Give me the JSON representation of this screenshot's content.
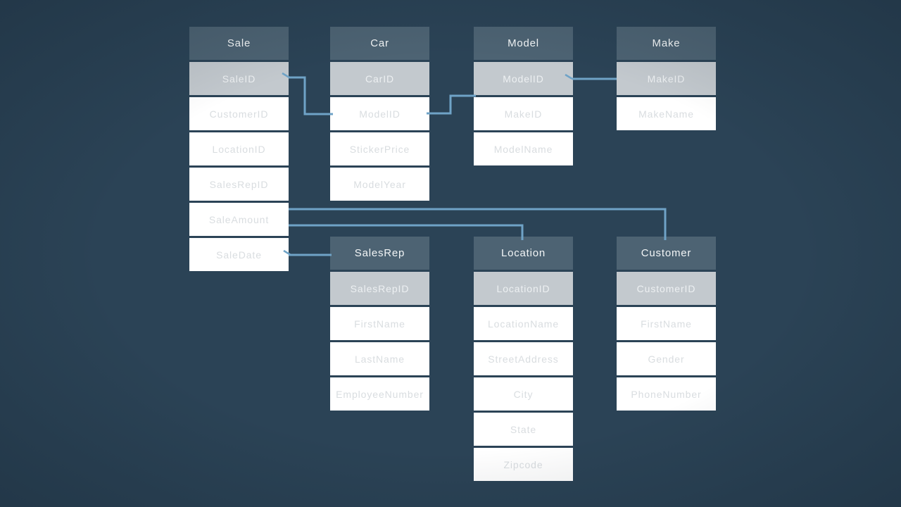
{
  "palette": {
    "background": "#2b4356",
    "table_header_fill": "#4d6373",
    "key_row_fill": "#c3c9ce",
    "row_fill": "#ffffff",
    "header_text": "#f3f6f7",
    "key_row_text": "#edf0f2",
    "row_text": "#d9dde0",
    "relationship_line": "#6fa3c7"
  },
  "diagram": {
    "tables": [
      {
        "id": "sale",
        "title": "Sale",
        "fields": [
          {
            "name": "SaleID",
            "key": true
          },
          {
            "name": "CustomerID",
            "key": false
          },
          {
            "name": "LocationID",
            "key": false
          },
          {
            "name": "SalesRepID",
            "key": false
          },
          {
            "name": "SaleAmount",
            "key": false
          },
          {
            "name": "SaleDate",
            "key": false
          }
        ]
      },
      {
        "id": "car",
        "title": "Car",
        "fields": [
          {
            "name": "CarID",
            "key": true
          },
          {
            "name": "ModelID",
            "key": false
          },
          {
            "name": "StickerPrice",
            "key": false
          },
          {
            "name": "ModelYear",
            "key": false
          }
        ]
      },
      {
        "id": "model",
        "title": "Model",
        "fields": [
          {
            "name": "ModelID",
            "key": true
          },
          {
            "name": "MakeID",
            "key": false
          },
          {
            "name": "ModelName",
            "key": false
          }
        ]
      },
      {
        "id": "make",
        "title": "Make",
        "fields": [
          {
            "name": "MakeID",
            "key": true
          },
          {
            "name": "MakeName",
            "key": false
          }
        ]
      },
      {
        "id": "salesrep",
        "title": "SalesRep",
        "fields": [
          {
            "name": "SalesRepID",
            "key": true
          },
          {
            "name": "FirstName",
            "key": false
          },
          {
            "name": "LastName",
            "key": false
          },
          {
            "name": "EmployeeNumber",
            "key": false
          }
        ]
      },
      {
        "id": "location",
        "title": "Location",
        "fields": [
          {
            "name": "LocationID",
            "key": true
          },
          {
            "name": "LocationName",
            "key": false
          },
          {
            "name": "StreetAddress",
            "key": false
          },
          {
            "name": "City",
            "key": false
          },
          {
            "name": "State",
            "key": false
          },
          {
            "name": "Zipcode",
            "key": false
          }
        ]
      },
      {
        "id": "customer",
        "title": "Customer",
        "fields": [
          {
            "name": "CustomerID",
            "key": true
          },
          {
            "name": "FirstName",
            "key": false
          },
          {
            "name": "Gender",
            "key": false
          },
          {
            "name": "PhoneNumber",
            "key": false
          }
        ]
      }
    ],
    "relationships": [
      {
        "id": "sale-car",
        "from": "Sale.SaleID",
        "to": "Car.ModelID"
      },
      {
        "id": "car-model",
        "from": "Car.ModelID",
        "to": "Model.ModelID"
      },
      {
        "id": "model-make",
        "from": "Model.ModelID",
        "to": "Make.MakeID"
      },
      {
        "id": "sale-customer",
        "from": "Sale",
        "to": "Customer"
      },
      {
        "id": "sale-location",
        "from": "Sale",
        "to": "Location"
      },
      {
        "id": "sale-salesrep",
        "from": "Sale.SaleDate",
        "to": "SalesRep"
      }
    ]
  }
}
